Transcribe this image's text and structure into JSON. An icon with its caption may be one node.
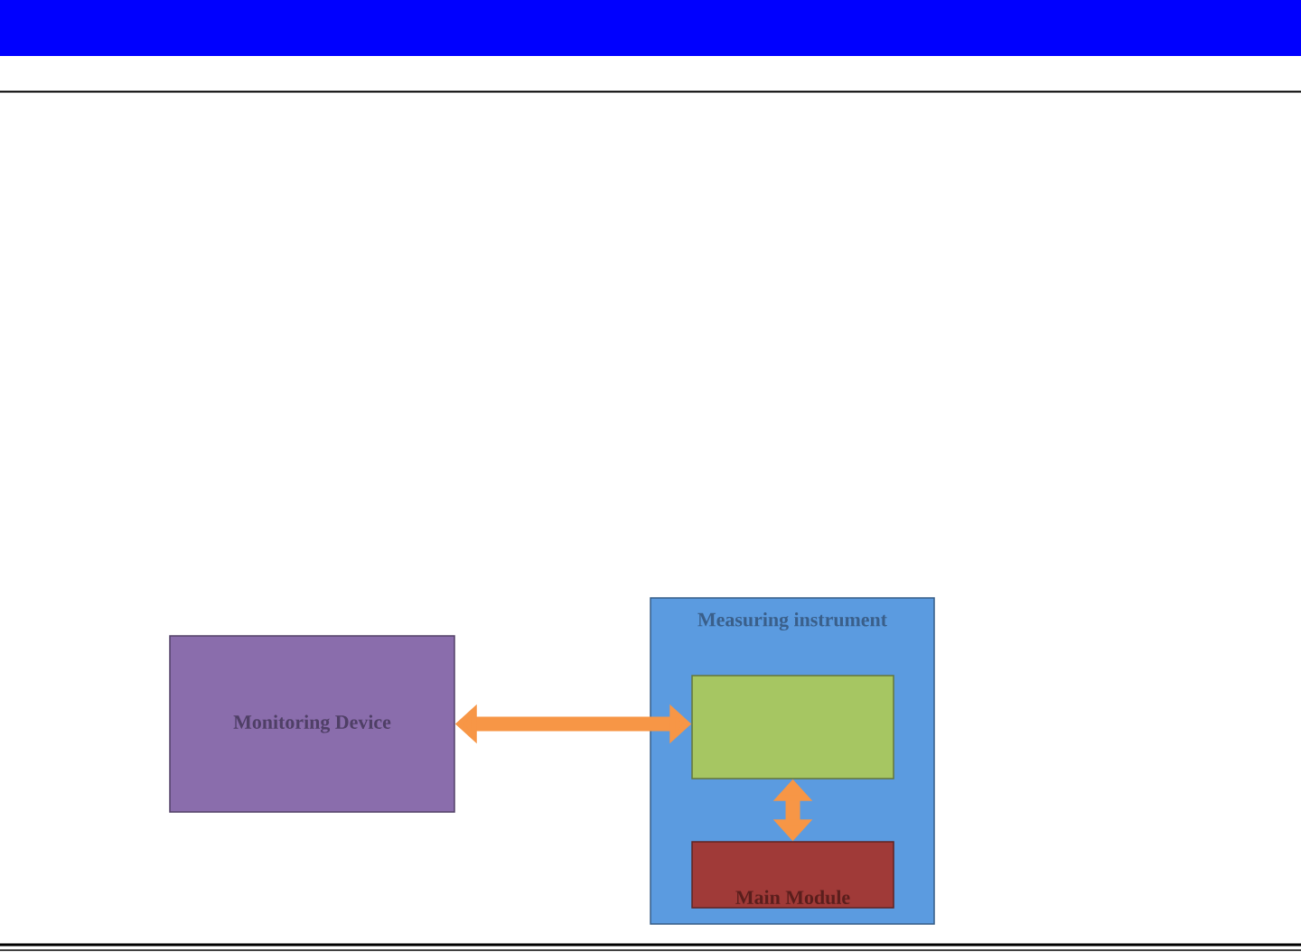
{
  "diagram": {
    "nodes": [
      {
        "text": [
          "Monitoring Device"
        ]
      },
      {
        "text": [
          "Measuring instrument"
        ]
      },
      {
        "text": [],
        "shape": "box",
        "in": 1
      },
      {
        "text": [
          "Main Module"
        ],
        "in": 1
      }
    ],
    "edges": [
      {
        "from": 0,
        "to": 2,
        "arrow": "both"
      },
      {
        "from": 2,
        "to": 3,
        "arrow": "both"
      }
    ]
  }
}
